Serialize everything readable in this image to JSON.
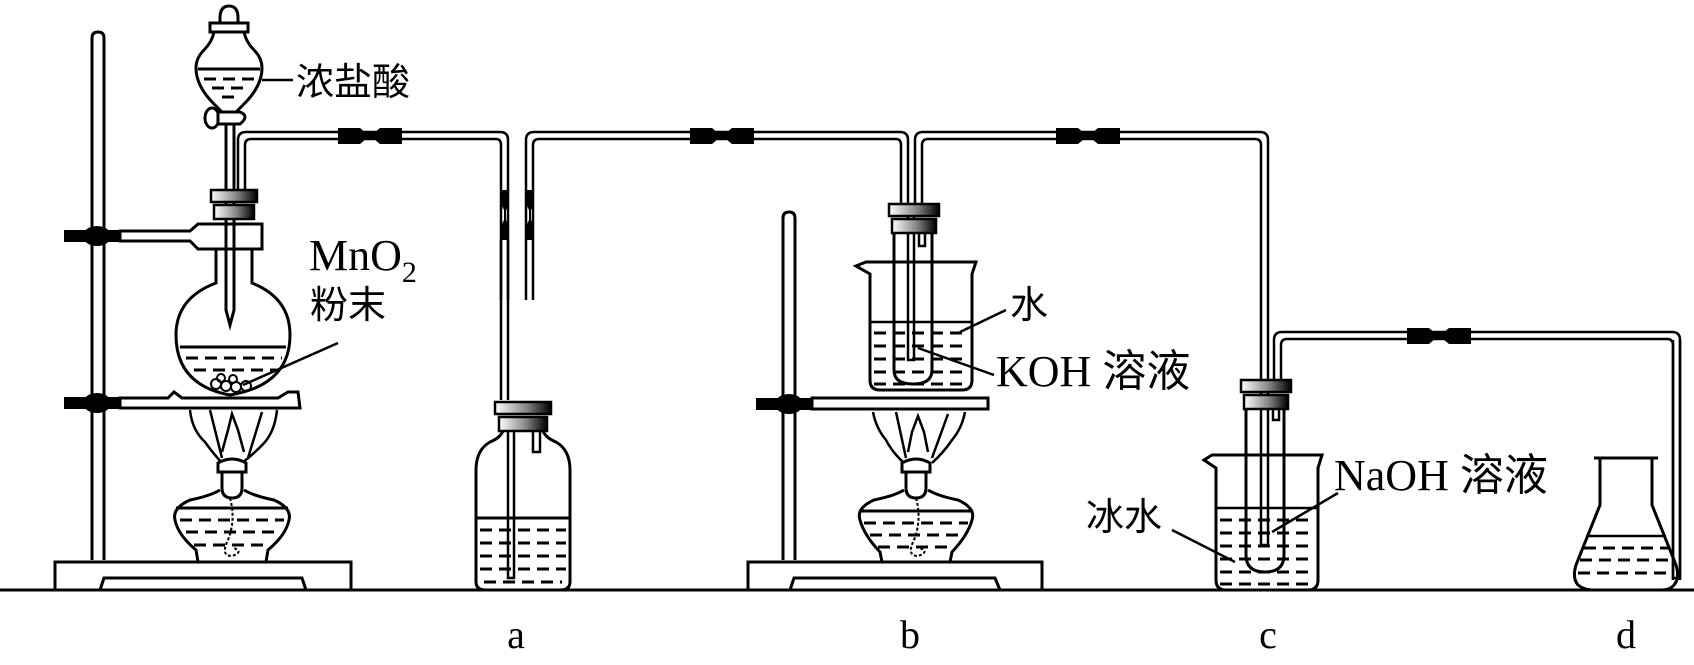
{
  "figure": {
    "description": "Apparatus for preparing chlorine from MnO2 and concentrated HCl, passing gas through wash bottle and into heated KOH and ice-cooled NaOH, with tail-gas absorption",
    "labels": {
      "conc_hcl": "浓盐酸",
      "mno2_main": "MnO",
      "mno2_sub": "2",
      "powder": "粉末",
      "water": "水",
      "koh_solution": "KOH 溶液",
      "ice_water": "冰水",
      "naoh_solution": "NaOH 溶液"
    },
    "stations": [
      {
        "id": "a",
        "label": "a"
      },
      {
        "id": "b",
        "label": "b"
      },
      {
        "id": "c",
        "label": "c"
      },
      {
        "id": "d",
        "label": "d"
      }
    ]
  }
}
